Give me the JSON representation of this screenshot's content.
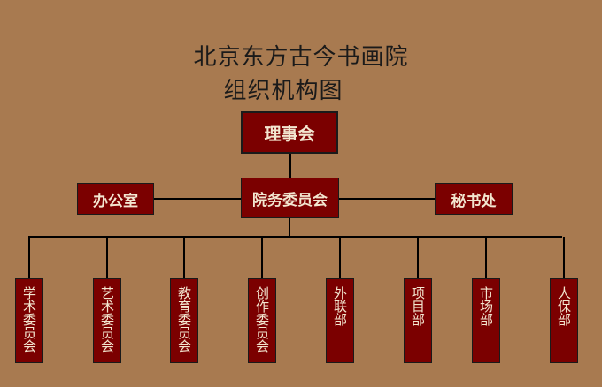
{
  "title": {
    "line1": "北京东方古今书画院",
    "line2": "组织机构图"
  },
  "top": {
    "label": "理事会"
  },
  "middle": {
    "left": "办公室",
    "center": "院务委员会",
    "right": "秘书处"
  },
  "departments": [
    "学术委员会",
    "艺术委员会",
    "教育委员会",
    "创作委员会",
    "外联部",
    "项目部",
    "市场部",
    "人保部"
  ],
  "colors": {
    "background": "#a87a50",
    "box_fill": "#7b0000",
    "box_text": "#f3e6d0",
    "line": "#000000"
  }
}
